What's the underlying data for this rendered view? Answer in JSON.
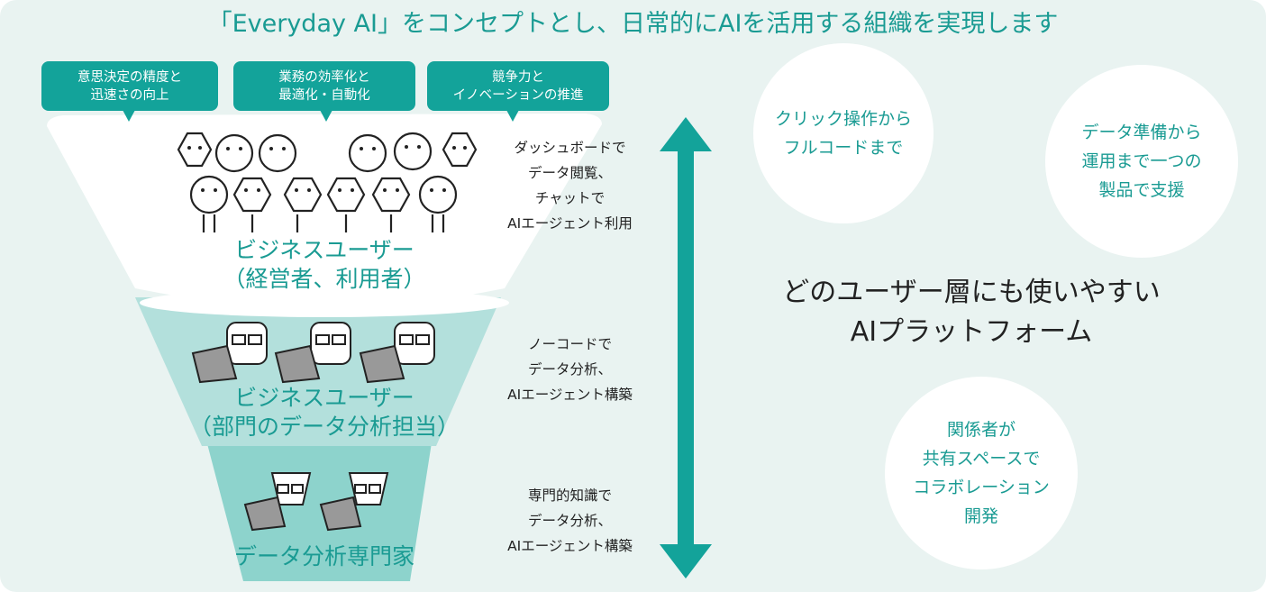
{
  "title": "「Everyday AI」をコンセプトとし、日常的にAIを活用する組織を実現します",
  "goals": [
    {
      "line1": "意思決定の精度と",
      "line2": "迅速さの向上"
    },
    {
      "line1": "業務の効率化と",
      "line2": "最適化・自動化"
    },
    {
      "line1": "競争力と",
      "line2": "イノベーションの推進"
    }
  ],
  "tiers": [
    {
      "line1": "ビジネスユーザー",
      "line2": "（経営者、利用者）",
      "desc": [
        "ダッシュボードで",
        "データ閲覧、",
        "チャットで",
        "AIエージェント利用"
      ]
    },
    {
      "line1": "ビジネスユーザー",
      "line2": "（部門のデータ分析担当）",
      "desc": [
        "ノーコードで",
        "データ分析、",
        "AIエージェント構築"
      ]
    },
    {
      "line1": "データ分析専門家",
      "line2": "",
      "desc": [
        "専門的知識で",
        "データ分析、",
        "AIエージェント構築"
      ]
    }
  ],
  "features": [
    {
      "lines": [
        "クリック操作から",
        "フルコードまで"
      ]
    },
    {
      "lines": [
        "データ準備から",
        "運用まで一つの",
        "製品で支援"
      ]
    },
    {
      "lines": [
        "関係者が",
        "共有スペースで",
        "コラボレーション",
        "開発"
      ]
    }
  ],
  "platform": {
    "line1": "どのユーザー層にも使いやすい",
    "line2": "AIプラットフォーム"
  },
  "colors": {
    "teal": "#13a39a",
    "light_teal": "#b3e0dc",
    "mid_teal": "#8dd3cc",
    "panel_bg": "#e9f3f1"
  }
}
